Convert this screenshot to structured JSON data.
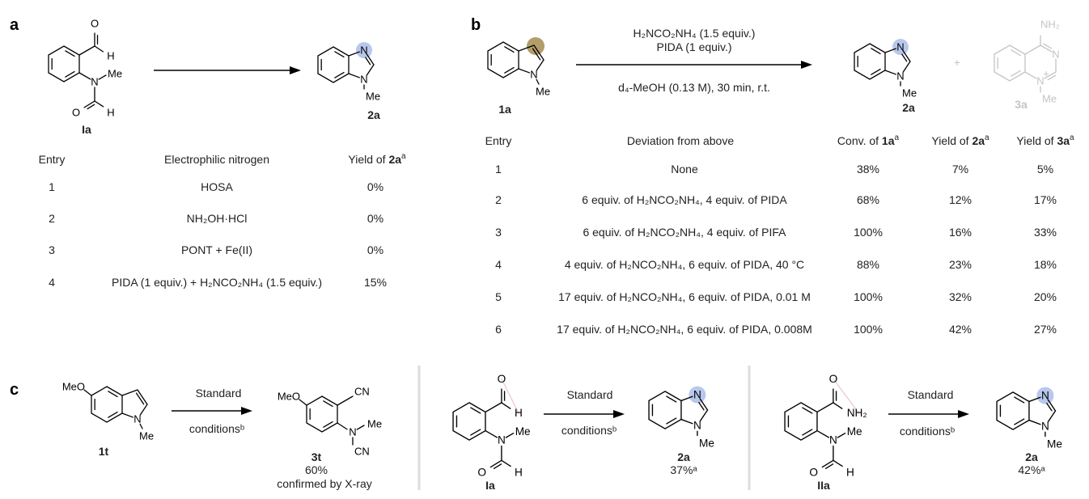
{
  "panels": {
    "a": "a",
    "b": "b",
    "c": "c"
  },
  "atoms": {
    "N": "N",
    "Me": "Me",
    "H": "H",
    "O": "O",
    "CN": "CN",
    "MeO": "MeO",
    "NH2": "NH₂",
    "plus_charge": "+"
  },
  "colors": {
    "nitrogen_highlight": "#b8c7ec",
    "carbon_highlight": "#b39d6a",
    "pink_highlight": "#ecc9de",
    "byproduct_gray": "#c4c4c4"
  },
  "panel_a": {
    "start_label": "Ia",
    "product_label": "2a",
    "table": {
      "headers": {
        "entry": "Entry",
        "reagent": "Electrophilic nitrogen",
        "yield_pre": "Yield of ",
        "yield_bold": "2a",
        "yield_sup": "a"
      },
      "rows": [
        [
          "1",
          "HOSA",
          "0%"
        ],
        [
          "2",
          "NH₂OH·HCl",
          "0%"
        ],
        [
          "3",
          "PONT + Fe(II)",
          "0%"
        ],
        [
          "4",
          "PIDA (1 equiv.) + H₂NCO₂NH₄ (1.5 equiv.)",
          "15%"
        ]
      ]
    }
  },
  "panel_b": {
    "start_label": "1a",
    "product_label": "2a",
    "byproduct_label": "3a",
    "plus": "+",
    "conditions": [
      "H₂NCO₂NH₄ (1.5 equiv.)",
      "PIDA (1 equiv.)",
      "d₄-MeOH (0.13 M), 30 min, r.t."
    ],
    "table": {
      "headers": {
        "entry": "Entry",
        "deviation": "Deviation from above",
        "conv_pre": "Conv. of ",
        "conv_bold": "1a",
        "conv_sup": "a",
        "y2_pre": "Yield of ",
        "y2_bold": "2a",
        "y2_sup": "a",
        "y3_pre": "Yield of ",
        "y3_bold": "3a",
        "y3_sup": "a"
      },
      "rows": [
        [
          "1",
          "None",
          "38%",
          "7%",
          "5%"
        ],
        [
          "2",
          "6 equiv. of H₂NCO₂NH₄, 4 equiv. of PIDA",
          "68%",
          "12%",
          "17%"
        ],
        [
          "3",
          "6 equiv. of H₂NCO₂NH₄, 4 equiv. of PIFA",
          "100%",
          "16%",
          "33%"
        ],
        [
          "4",
          "4 equiv. of H₂NCO₂NH₄, 6 equiv. of PIDA, 40 °C",
          "88%",
          "23%",
          "18%"
        ],
        [
          "5",
          "17 equiv. of H₂NCO₂NH₄, 6 equiv. of PIDA, 0.01 M",
          "100%",
          "32%",
          "20%"
        ],
        [
          "6",
          "17 equiv. of H₂NCO₂NH₄, 6 equiv. of PIDA, 0.008M",
          "100%",
          "42%",
          "27%"
        ]
      ]
    }
  },
  "panel_c": {
    "arrow_top": "Standard",
    "arrow_bottom": "conditionsᵇ",
    "s1": {
      "start_label": "1t",
      "product_label": "3t",
      "yield": "60%",
      "note": "confirmed by X-ray"
    },
    "s2": {
      "start_label": "Ia",
      "product_label": "2a",
      "yield": "37%ᵃ"
    },
    "s3": {
      "start_label": "IIa",
      "product_label": "2a",
      "yield": "42%ᵃ"
    }
  }
}
